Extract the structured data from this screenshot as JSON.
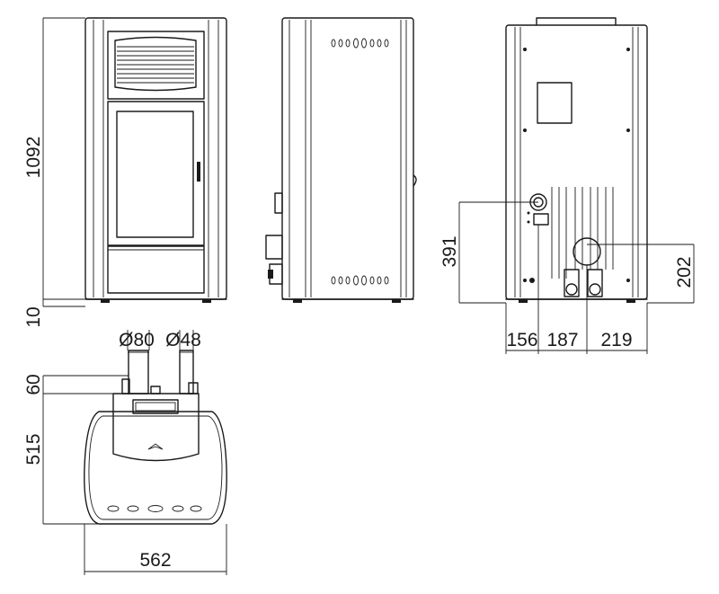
{
  "views": {
    "front": "",
    "side": "",
    "rear": "",
    "top": ""
  },
  "dimensions": {
    "height_total": "1092",
    "foot_height": "10",
    "flue_outlet_diameter": "Ø80",
    "air_inlet_diameter": "Ø48",
    "outlet_projection": "60",
    "depth": "515",
    "width": "562",
    "outlet_height": "391",
    "inlet_height": "202",
    "outlet_offset": "156",
    "outlet_spacing": "187",
    "inlet_offset": "219"
  },
  "colors": {
    "line": "#1a1a1a",
    "background": "#ffffff"
  }
}
